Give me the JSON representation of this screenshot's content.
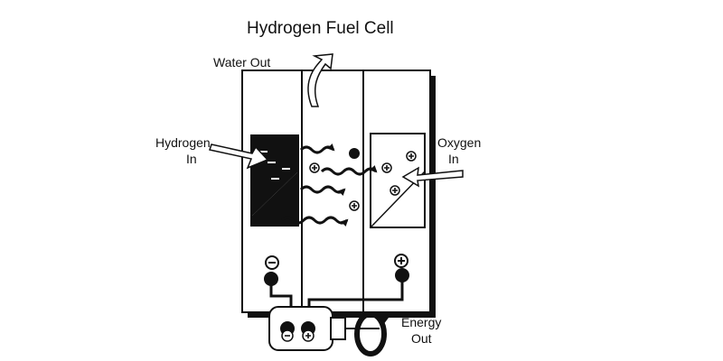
{
  "title": "Hydrogen Fuel Cell",
  "labels": {
    "water_out": "Water Out",
    "hydrogen_in_1": "Hydrogen",
    "hydrogen_in_2": "In",
    "oxygen_in_1": "Oxygen",
    "oxygen_in_2": "In",
    "energy_out_1": "Energy",
    "energy_out_2": "Out"
  },
  "symbols": {
    "plus": "+",
    "minus": "−",
    "electron": "−"
  },
  "colors": {
    "ink": "#111111",
    "background": "#ffffff"
  }
}
